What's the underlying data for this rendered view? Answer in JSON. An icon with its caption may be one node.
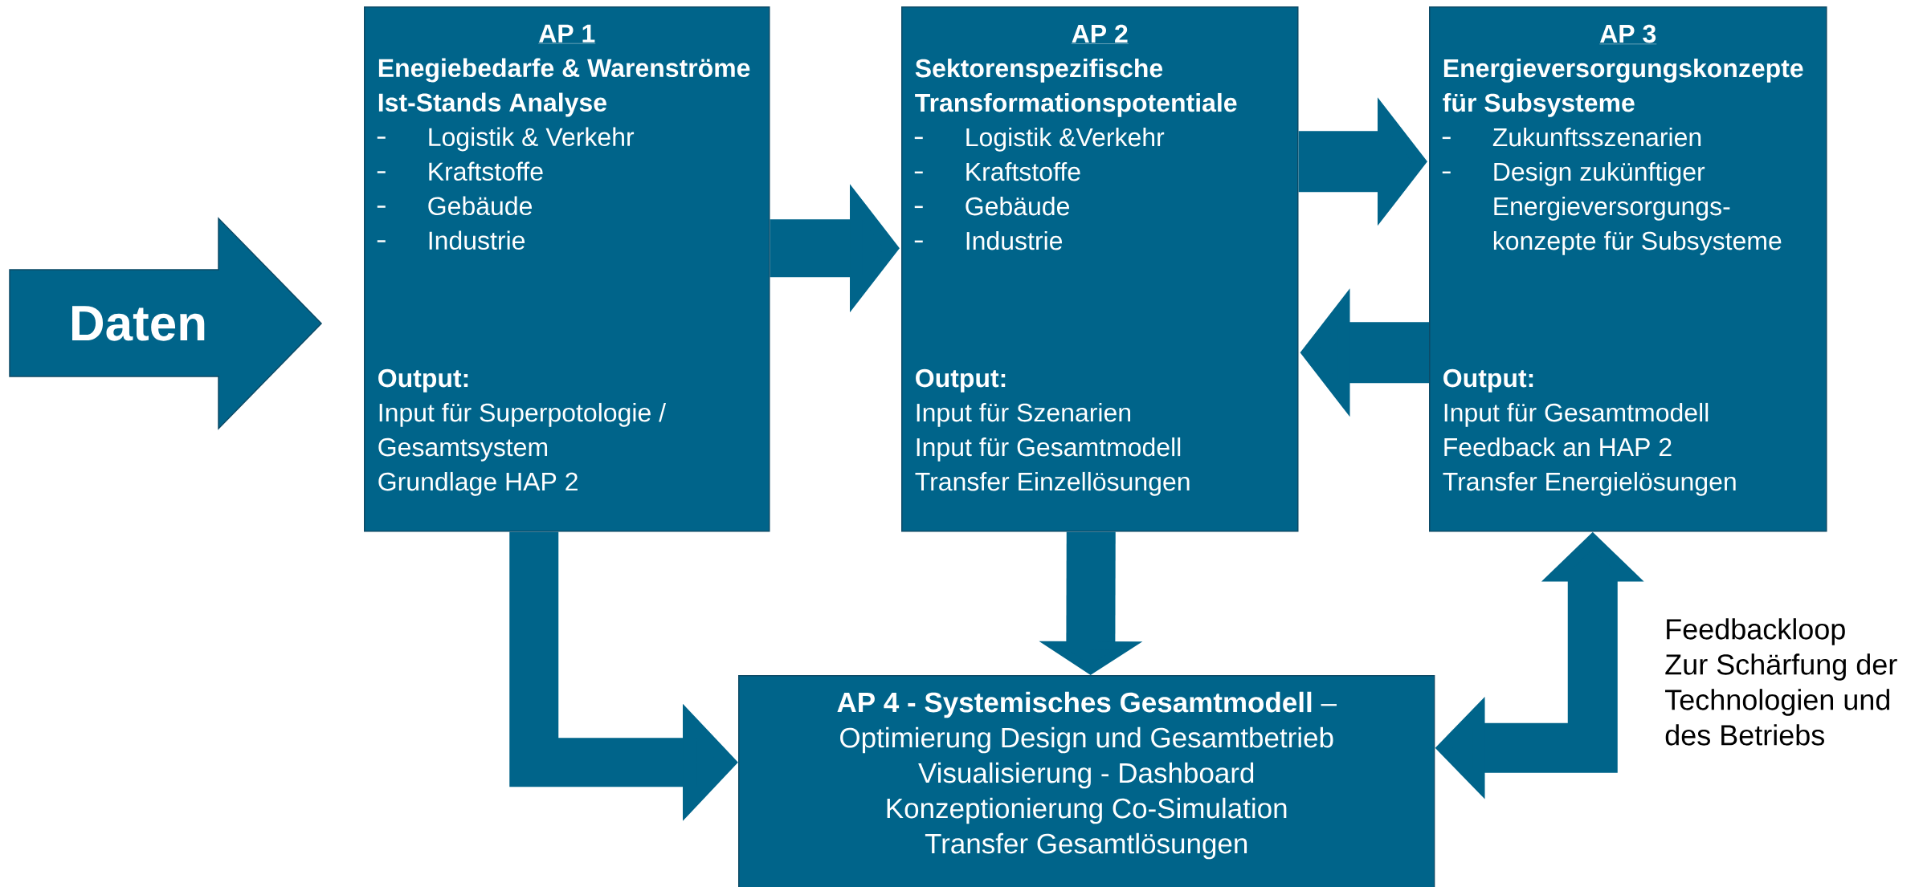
{
  "diagram": {
    "nodes": [
      {
        "text": [
          "Daten"
        ]
      },
      {
        "text": [
          "AP 1",
          "Enegiebedarfe & Warenströme",
          "Ist-Stands Analyse",
          "Logistik & Verkehr",
          "Kraftstoffe",
          "Gebäude",
          "Industrie",
          "Output:",
          "Input für Superpotologie / Gesamtsystem",
          "Grundlage HAP 2"
        ]
      },
      {
        "text": [
          "AP 2",
          "Sektorenspezifische Transformationspotentiale",
          "Logistik &Verkehr",
          "Kraftstoffe",
          "Gebäude",
          "Industrie",
          "Output:",
          "Input für Szenarien",
          "Input für Gesamtmodell",
          "Transfer Einzellösungen"
        ]
      },
      {
        "text": [
          "AP 3",
          "Energieversorgungskonzepte für Subsysteme",
          "Zukunftsszenarien",
          "Design zukünftiger Energieversorgungs-konzepte für Subsysteme",
          "Output:",
          "Input für Gesamtmodell",
          "Feedback an HAP 2",
          "Transfer Energielösungen"
        ]
      },
      {
        "text": [
          "**AP 4 - Systemisches Gesamtmodell** –",
          "Optimierung Design und Gesamtbetrieb",
          "Visualisierung - Dashboard",
          "Konzeptionierung Co-Simulation",
          "Transfer Gesamtlösungen"
        ]
      }
    ],
    "edges": [
      {
        "from": 1,
        "to": 2,
        "arrow": "to"
      },
      {
        "from": 2,
        "to": 3,
        "arrow": "to"
      },
      {
        "from": 3,
        "to": 2,
        "arrow": "to"
      },
      {
        "from": 2,
        "to": 4,
        "arrow": "to"
      },
      {
        "from": 1,
        "to": 4,
        "arrow": "to"
      },
      {
        "from": 4,
        "to": 3,
        "arrow": "both"
      }
    ],
    "labels": [
      "Feedbackloop",
      "Zur Schärfung der Technologien und des Betriebs"
    ]
  }
}
